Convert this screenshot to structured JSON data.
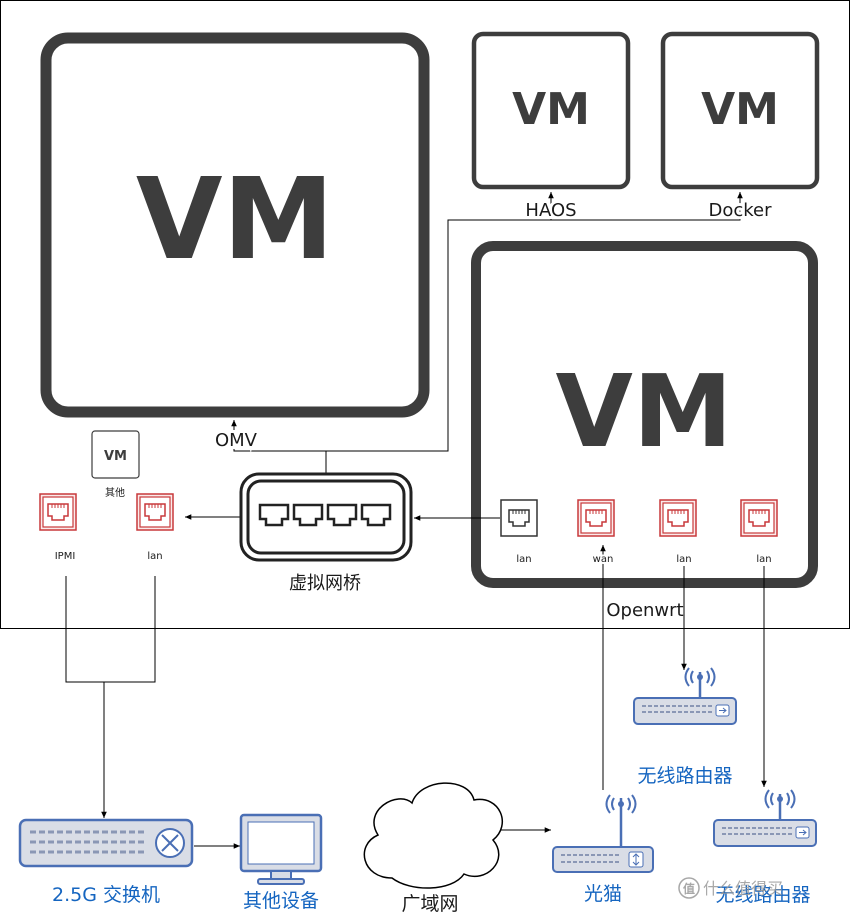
{
  "vm_label": "VM",
  "labels": {
    "omv": "OMV",
    "haos": "HAOS",
    "docker": "Docker",
    "openwrt": "Openwrt",
    "small_vm_caption": "其他",
    "bridge": "虚拟网桥",
    "ipmi": "IPMI",
    "lan": "lan",
    "wan": "wan",
    "switch": "2.5G 交换机",
    "other_device": "其他设备",
    "wan_network": "广域网",
    "modem": "光猫",
    "router": "无线路由器",
    "watermark": "值 什么值得买"
  },
  "icons": {
    "port_host": "ethernet-port-icon",
    "port_vm": "ethernet-port-icon",
    "bridge": "network-bridge-icon",
    "router": "wireless-router-icon",
    "switch": "network-switch-icon",
    "monitor": "monitor-icon",
    "cloud": "cloud-icon"
  },
  "colors": {
    "vm_border": "#3d3d3d",
    "port_red": "#c8393b",
    "port_red_fill": "#fbeaea",
    "device_blue": "#4a6fb5",
    "device_gray": "#d9dde6",
    "label_blue": "#1565c0"
  }
}
